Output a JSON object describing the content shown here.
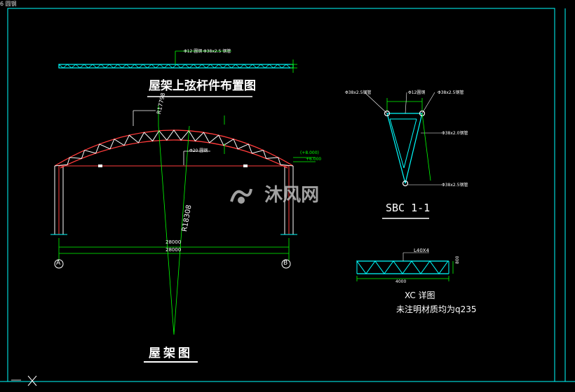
{
  "tab_label": "6 圆钢",
  "titles": {
    "top_chord": "屋架上弦杆件布置图",
    "roof_truss": "屋架图",
    "section": "SBC 1-1"
  },
  "annotations": {
    "radius_outer": "R17798",
    "radius_inner": "R18308",
    "span_outer": "28000",
    "span_inner": "28000",
    "axis_a": "A",
    "axis_b": "B",
    "elev_a": "(+8.000)",
    "elev_b": "+6.000",
    "rod_20": "Φ20 圆钢",
    "tie_label": "Φ12 圆钢",
    "tie_label2": "Φ38x2.5 钢管"
  },
  "section_labels": {
    "left_top": "Φ38x2.5钢管",
    "mid_top": "Φ12圆钢",
    "right_top": "Φ38x2.5钢管",
    "right_mid": "Φ38x2.0钢管",
    "right_bottom": "Φ38x2.5钢管"
  },
  "xc": {
    "section_label": "L40X4",
    "length": "4000",
    "height": "800",
    "caption": "XC 详图",
    "note": "未注明材质均为q235"
  },
  "watermark": "沐风网",
  "colors": {
    "frame": "#00ffff",
    "dimension": "#00ff00",
    "truss_red": "#ff3b3b",
    "member_cyan": "#00ffff",
    "text": "#ffffff"
  }
}
